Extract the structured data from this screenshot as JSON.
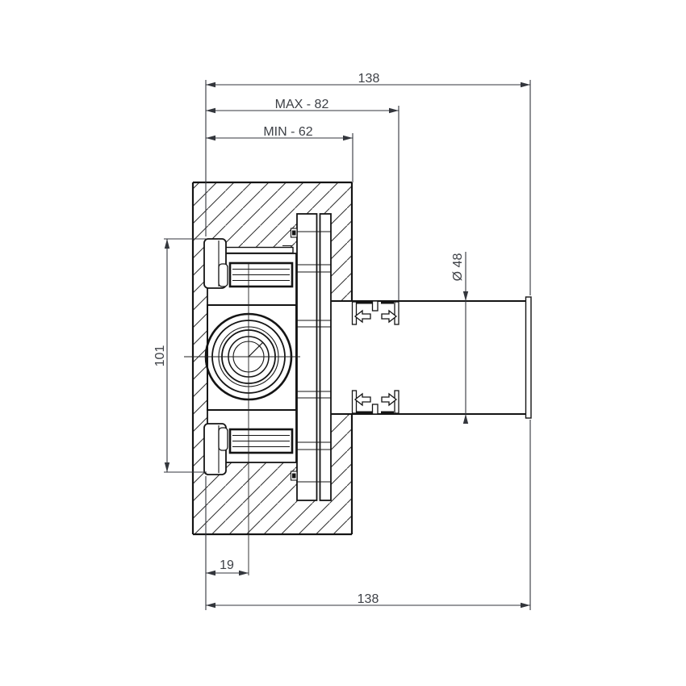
{
  "drawing": {
    "dimensions": {
      "top_width": "138",
      "max_depth": "MAX - 82",
      "min_depth": "MIN - 62",
      "body_height": "101",
      "sleeve_diameter": "Ø 48",
      "center_offset": "19",
      "bottom_width": "138"
    },
    "colors": {
      "line": "#141414",
      "hatch": "#2e2e2e",
      "dimension": "#3d4046"
    }
  }
}
